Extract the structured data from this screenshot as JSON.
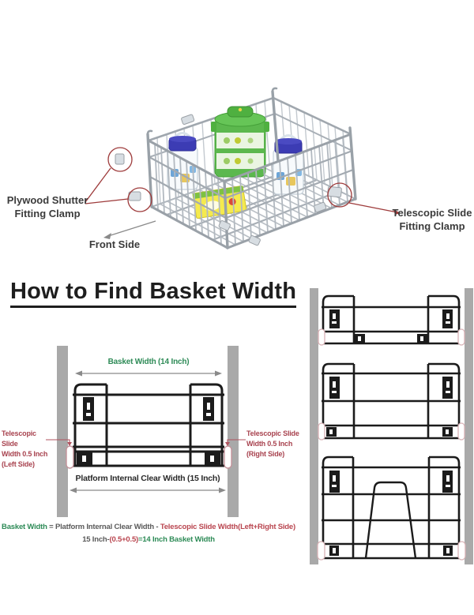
{
  "photo": {
    "labels": {
      "plywood_clamp_line1": "Plywood Shutter",
      "plywood_clamp_line2": "Fitting Clamp",
      "telescopic_clamp_line1": "Telescopic Slide",
      "telescopic_clamp_line2": "Fitting Clamp",
      "front_side": "Front Side"
    }
  },
  "guide": {
    "heading": "How to Find Basket Width",
    "diagram": {
      "basket_width_label": "Basket Width (14 Inch)",
      "platform_width_label": "Platform Internal Clear Width (15 Inch)",
      "left_slide_label_lines": [
        "Telescopic Slide",
        "Width 0.5 Inch",
        "(Left Side)"
      ],
      "right_slide_label_lines": [
        "Telescopic Slide",
        "Width 0.5 Inch",
        "(Right Side)"
      ]
    },
    "formula": {
      "line1_green": "Basket Width",
      "line1_dark": " = Platform Internal Clear Width - ",
      "line1_red": "Telescopic Slide Width(Left+Right Side)",
      "line2_dark": "15 Inch-",
      "line2_red": "(0.5+0.5)",
      "line2_green": "=14 Inch Basket Width"
    }
  },
  "colors": {
    "green_text": "#2e8b57",
    "red_text": "#a8434f",
    "annotation_red": "#9e3b3b",
    "panel_gray": "#a9a9a9",
    "line_black": "#1c1c1c",
    "chrome_wire": "#b6bcc2",
    "container_green": "#5cb84e",
    "jar_lid_blue": "#3c3cb4",
    "juice_box_yellow": "#f5ea4e"
  }
}
